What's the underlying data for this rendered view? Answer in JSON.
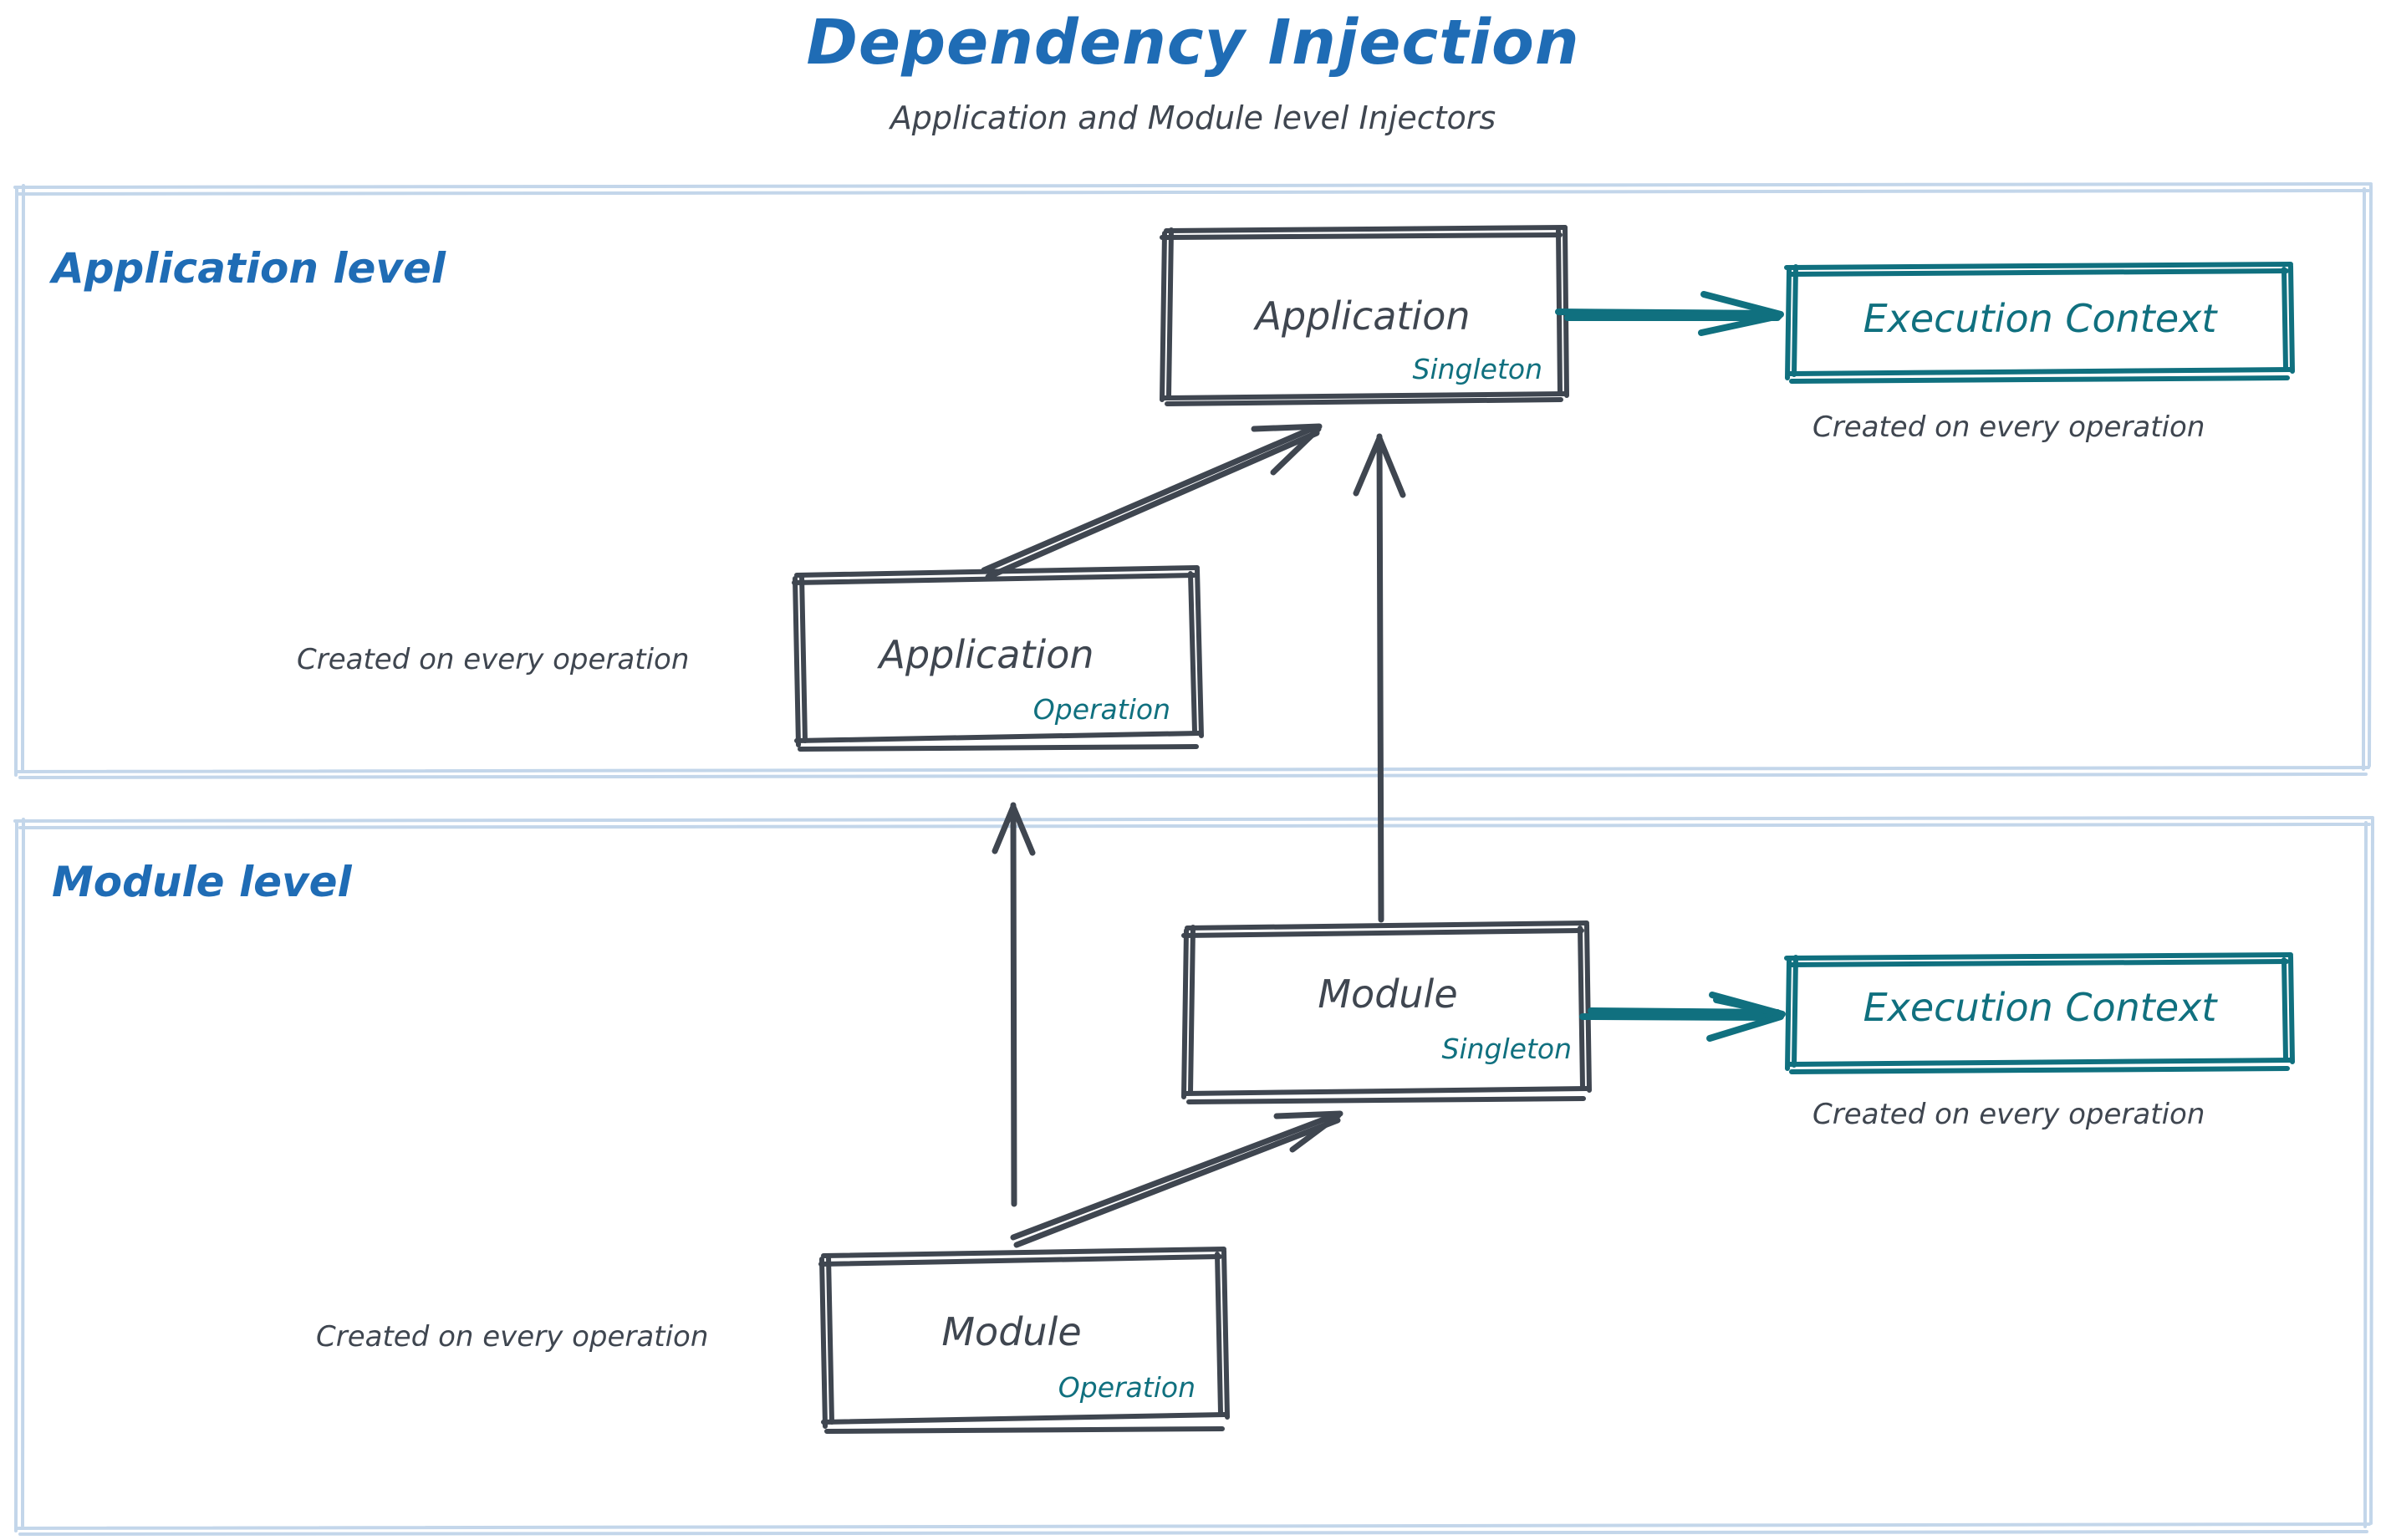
{
  "header": {
    "title": "Dependency Injection",
    "subtitle": "Application and Module level Injectors"
  },
  "colors": {
    "title_blue": "#1f6cb5",
    "level_label_blue": "#1f6cb5",
    "container_border": "#c3d6ea",
    "node_stroke": "#3f4650",
    "node_text": "#3f4650",
    "accent_teal": "#10707f"
  },
  "levels": [
    {
      "id": "application-level",
      "label": "Application level",
      "nodes": [
        {
          "id": "application-singleton",
          "title": "Application",
          "scope": "Singleton"
        },
        {
          "id": "application-operation",
          "title": "Application",
          "scope": "Operation"
        },
        {
          "id": "execution-context-application",
          "title": "Execution Context"
        }
      ],
      "notes": [
        {
          "id": "note-execution-context-application",
          "text": "Created on every operation"
        },
        {
          "id": "note-application-operation",
          "text": "Created on every operation"
        }
      ]
    },
    {
      "id": "module-level",
      "label": "Module level",
      "nodes": [
        {
          "id": "module-singleton",
          "title": "Module",
          "scope": "Singleton"
        },
        {
          "id": "module-operation",
          "title": "Module",
          "scope": "Operation"
        },
        {
          "id": "execution-context-module",
          "title": "Execution Context"
        }
      ],
      "notes": [
        {
          "id": "note-execution-context-module",
          "text": "Created on every operation"
        },
        {
          "id": "note-module-operation",
          "text": "Created on every operation"
        }
      ]
    }
  ],
  "edges": [
    {
      "id": "app-singleton-to-execution-context",
      "from": "application-singleton",
      "to": "execution-context-application",
      "style": "teal-arrow"
    },
    {
      "id": "app-operation-to-app-singleton",
      "from": "application-operation",
      "to": "application-singleton",
      "style": "sketch-arrow"
    },
    {
      "id": "module-singleton-to-app-singleton",
      "from": "module-singleton",
      "to": "application-singleton",
      "style": "sketch-arrow"
    },
    {
      "id": "module-operation-to-app-operation",
      "from": "module-operation",
      "to": "application-operation",
      "style": "sketch-arrow"
    },
    {
      "id": "module-operation-to-module-singleton",
      "from": "module-operation",
      "to": "module-singleton",
      "style": "sketch-arrow"
    },
    {
      "id": "module-singleton-to-execution-context",
      "from": "module-singleton",
      "to": "execution-context-module",
      "style": "teal-arrow"
    }
  ]
}
